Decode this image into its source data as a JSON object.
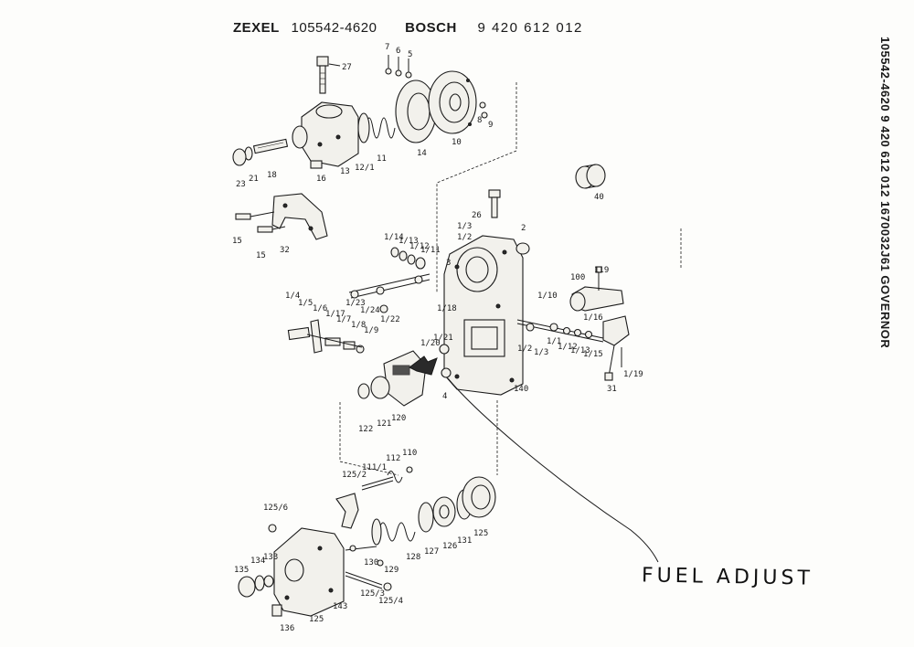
{
  "header": {
    "brand_a": "ZEXEL",
    "part_a": "105542-4620",
    "brand_b": "BOSCH",
    "part_b": "9 420 612 012"
  },
  "side_caption": "105542-4620  9 420 612 012  1670032J61  GOVERNOR",
  "handwritten_note": "FUEL ADJUST",
  "part_labels": {
    "p27": "27",
    "p7": "7",
    "p6": "6",
    "p5": "5",
    "p8": "8",
    "p9": "9",
    "p10": "10",
    "p14": "14",
    "p11": "11",
    "p12_1": "12/1",
    "p13": "13",
    "p16": "16",
    "p18": "18",
    "p21": "21",
    "p23": "23",
    "p15a": "15",
    "p15b": "15",
    "p32": "32",
    "p40": "40",
    "p26": "26",
    "p1_3a": "1/3",
    "p1_2a": "1/2",
    "p2": "2",
    "p1_14": "1/14",
    "p1_13": "1/13",
    "p1_12": "1/12",
    "p1_11": "1/11",
    "p3": "3",
    "p1_23": "1/23",
    "p1_24": "1/24",
    "p1_22": "1/22",
    "p1_4": "1/4",
    "p1_5": "1/5",
    "p1_6": "1/6",
    "p1_17": "1/17",
    "p1_7": "1/7",
    "p1_8": "1/8",
    "p1_9": "1/9",
    "p1_18": "1/18",
    "p1_10": "1/10",
    "p100": "100",
    "p119": "119",
    "p1_16": "1/16",
    "p1_1": "1/1",
    "p1_12b": "1/12",
    "p1_13b": "1/13",
    "p1_15": "1/15",
    "p1_2b": "1/2",
    "p1_3b": "1/3",
    "p140": "140",
    "p1_21": "1/21",
    "p1_20": "1/20",
    "p1_19": "1/19",
    "p31": "31",
    "p4": "4",
    "p122": "122",
    "p121": "121",
    "p120": "120",
    "p111_1": "111/1",
    "p112": "112",
    "p110": "110",
    "p125_2": "125/2",
    "p125_6": "125/6",
    "p125": "125",
    "p131": "131",
    "p126": "126",
    "p127": "127",
    "p128": "128",
    "p129": "129",
    "p130": "130",
    "p125_3": "125/3",
    "p125_4": "125/4",
    "p135": "135",
    "p134": "134",
    "p133": "133",
    "p143": "143",
    "p136": "136",
    "p125b": "125"
  }
}
